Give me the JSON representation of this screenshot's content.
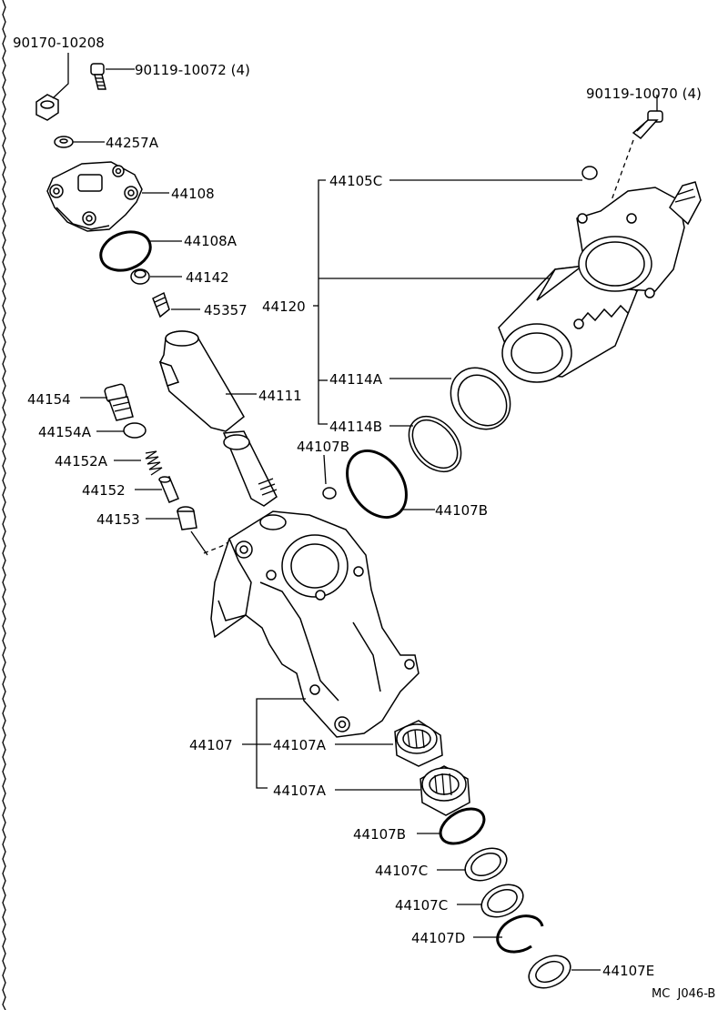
{
  "diagram_code": "MC  J046-B",
  "labels": {
    "p90170": "90170-10208",
    "p90119a": "90119-10072 (4)",
    "p90119b": "90119-10070 (4)",
    "p44257A": "44257A",
    "p44108": "44108",
    "p44108A": "44108A",
    "p44142": "44142",
    "p45357": "45357",
    "p44105C": "44105C",
    "p44120": "44120",
    "p44111": "44111",
    "p44114A": "44114A",
    "p44114B": "44114B",
    "p44154": "44154",
    "p44154A": "44154A",
    "p44152A": "44152A",
    "p44152": "44152",
    "p44153": "44153",
    "p44107B_a": "44107B",
    "p44107B_b": "44107B",
    "p44107": "44107",
    "p44107A_a": "44107A",
    "p44107A_b": "44107A",
    "p44107B_c": "44107B",
    "p44107C_a": "44107C",
    "p44107C_b": "44107C",
    "p44107D": "44107D",
    "p44107E": "44107E"
  }
}
